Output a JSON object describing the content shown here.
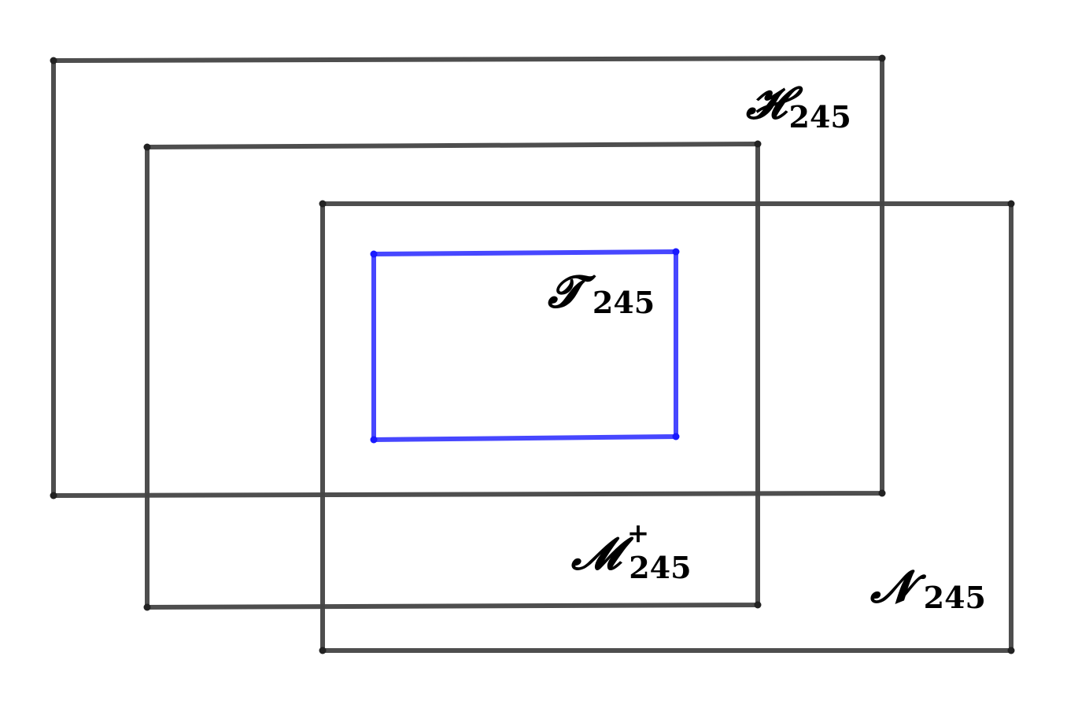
{
  "diagram": {
    "type": "nested-set-regions",
    "regions": [
      {
        "id": "H",
        "symbol": "𝓗",
        "subscript": "245",
        "superscript": "",
        "color": "#444444"
      },
      {
        "id": "M",
        "symbol": "𝓜",
        "subscript": "245",
        "superscript": "+",
        "color": "#444444"
      },
      {
        "id": "N",
        "symbol": "𝓝",
        "subscript": "245",
        "superscript": "",
        "color": "#444444"
      },
      {
        "id": "T",
        "symbol": "𝓣",
        "subscript": "245",
        "superscript": "",
        "color": "#3333ff"
      }
    ]
  }
}
